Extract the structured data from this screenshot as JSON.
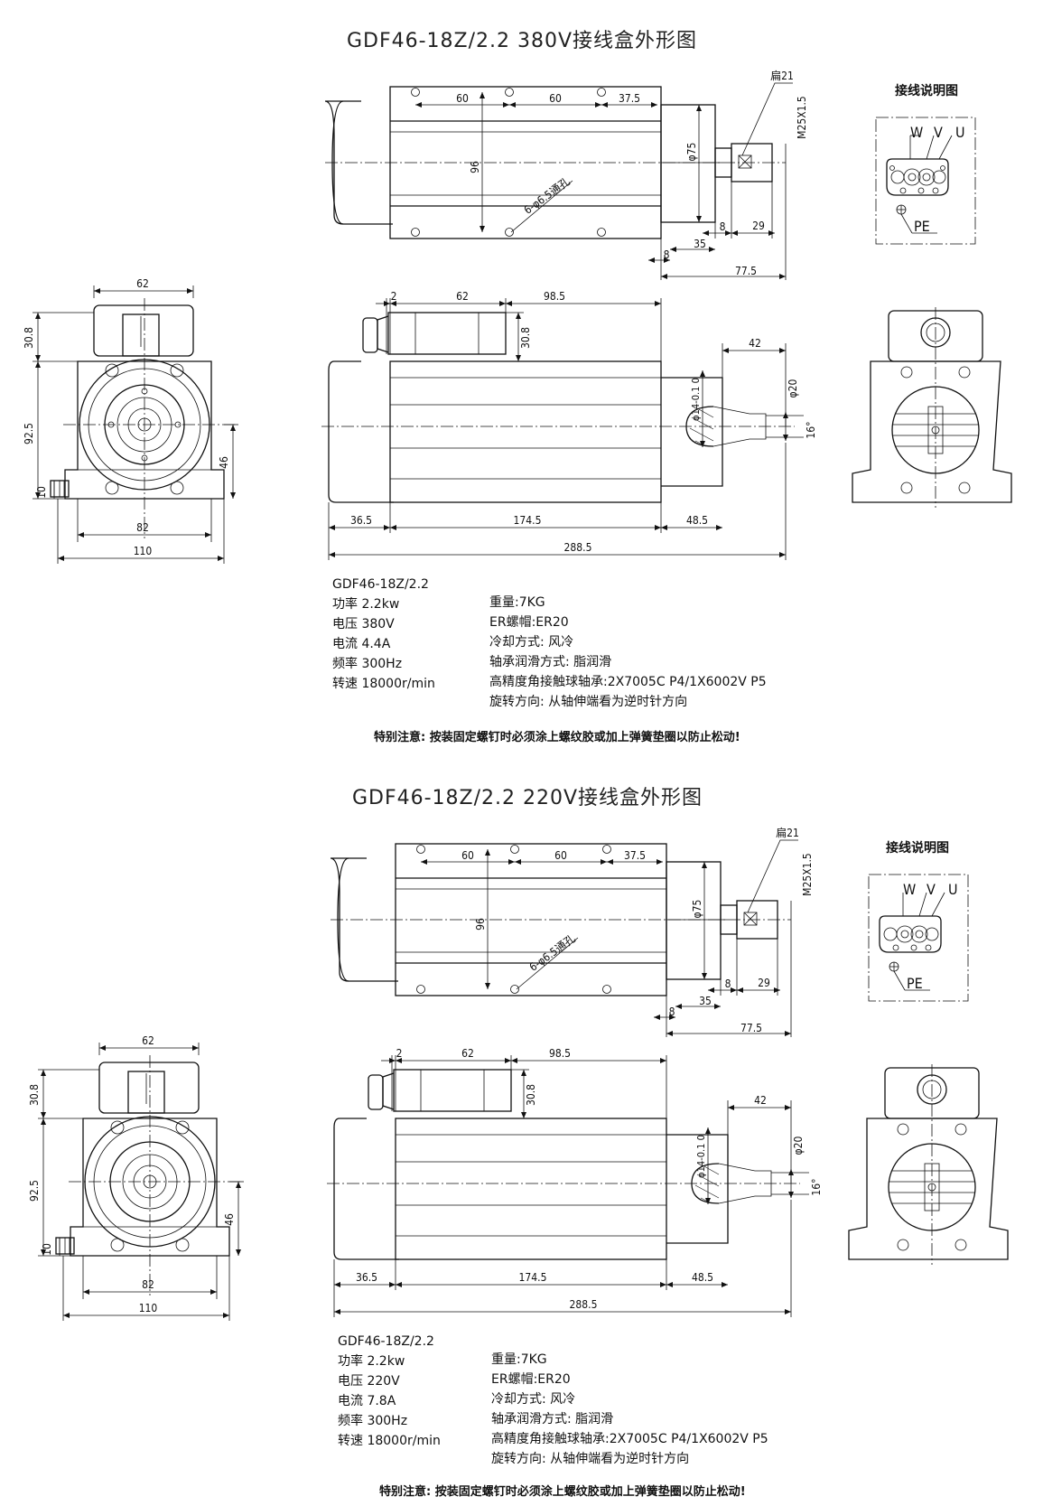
{
  "sheets": [
    {
      "title": "GDF46-18Z/2.2 380V接线盒外形图",
      "top_view": {
        "dims": [
          "60",
          "60",
          "37.5",
          "96",
          "φ75",
          "M25X1.5",
          "扁21",
          "6-φ6.5通孔",
          "8",
          "29",
          "35",
          "8",
          "77.5"
        ]
      },
      "wiring": {
        "title": "接线说明图",
        "labels": [
          "W",
          "V",
          "U",
          "PE"
        ]
      },
      "front_view": {
        "dims": [
          "62",
          "30.8",
          "92.5",
          "46",
          "10",
          "82",
          "110"
        ]
      },
      "side_view": {
        "dims": [
          "2",
          "62",
          "98.5",
          "30.8",
          "42",
          "φ14-0.1 0",
          "φ20",
          "16°",
          "36.5",
          "174.5",
          "48.5",
          "288.5"
        ]
      },
      "specs_left": [
        "GDF46-18Z/2.2",
        "功率 2.2kw",
        "电压 380V",
        "电流 4.4A",
        "频率 300Hz",
        "转速 18000r/min"
      ],
      "specs_right": [
        "重量:7KG",
        "ER螺帽:ER20",
        "冷却方式: 风冷",
        "轴承润滑方式: 脂润滑",
        "高精度角接触球轴承:2X7005C P4/1X6002V P5",
        "旋转方向: 从轴伸端看为逆时针方向"
      ],
      "note": "特别注意: 按装固定螺钉时必须涂上螺纹胶或加上弹簧垫圈以防止松动!"
    },
    {
      "title": "GDF46-18Z/2.2 220V接线盒外形图",
      "top_view": {
        "dims": [
          "60",
          "60",
          "37.5",
          "96",
          "φ75",
          "M25X1.5",
          "扁21",
          "6-φ6.5通孔",
          "8",
          "29",
          "35",
          "8",
          "77.5"
        ]
      },
      "wiring": {
        "title": "接线说明图",
        "labels": [
          "W",
          "V",
          "U",
          "PE"
        ]
      },
      "front_view": {
        "dims": [
          "62",
          "30.8",
          "92.5",
          "46",
          "10",
          "82",
          "110"
        ]
      },
      "side_view": {
        "dims": [
          "2",
          "62",
          "98.5",
          "30.8",
          "42",
          "φ14-0.1 0",
          "φ20",
          "16°",
          "36.5",
          "174.5",
          "48.5",
          "288.5"
        ]
      },
      "specs_left": [
        "GDF46-18Z/2.2",
        "功率 2.2kw",
        "电压 220V",
        "电流 7.8A",
        "频率 300Hz",
        "转速 18000r/min"
      ],
      "specs_right": [
        "重量:7KG",
        "ER螺帽:ER20",
        "冷却方式: 风冷",
        "轴承润滑方式: 脂润滑",
        "高精度角接触球轴承:2X7005C P4/1X6002V P5",
        "旋转方向: 从轴伸端看为逆时针方向"
      ],
      "note": "特别注意: 按装固定螺钉时必须涂上螺纹胶或加上弹簧垫圈以防止松动!"
    }
  ]
}
